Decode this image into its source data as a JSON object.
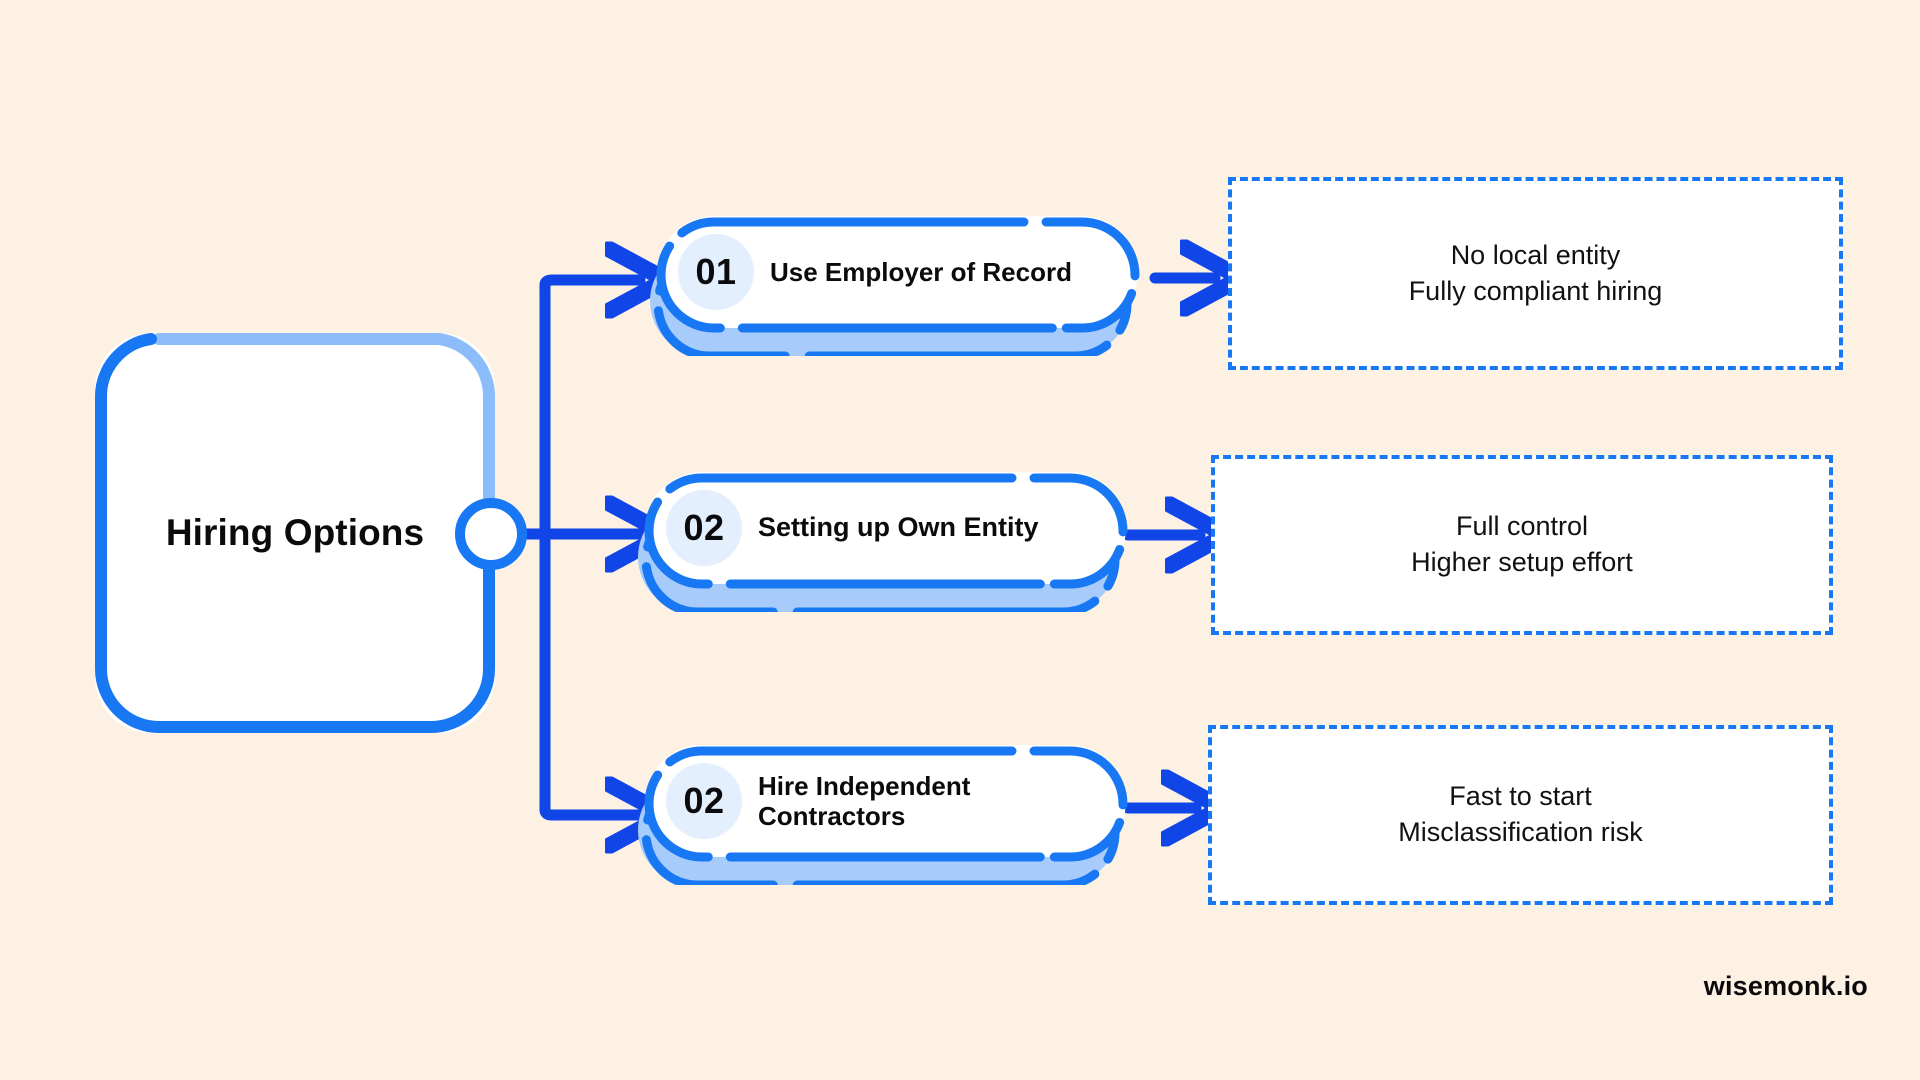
{
  "canvas": {
    "background_color": "#FDF1E3",
    "accent_color": "#1878F3",
    "accent_light_color": "#A7CBFB",
    "badge_bg_color": "#E4EFFD",
    "card_bg_color": "#FFFFFF",
    "text_color": "#0B0B0D"
  },
  "root": {
    "label": "Hiring Options"
  },
  "options": [
    {
      "number": "01",
      "label": "Use Employer of Record",
      "outcome_line1": "No local entity",
      "outcome_line2": "Fully compliant hiring"
    },
    {
      "number": "02",
      "label": "Setting up Own Entity",
      "outcome_line1": "Full control",
      "outcome_line2": "Higher setup effort"
    },
    {
      "number": "02",
      "label": "Hire Independent Contractors",
      "outcome_line1": "Fast to start",
      "outcome_line2": "Misclassification risk"
    }
  ],
  "watermark": {
    "label": "wisemonk.io"
  }
}
